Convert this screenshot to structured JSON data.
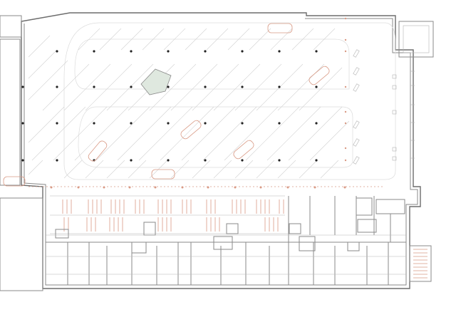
{
  "drawing": {
    "kind": "parking garage floor plan",
    "structural_columns_per_row": 9,
    "structural_column_rows": 4,
    "parked_car_icons": 7,
    "colors": {
      "walls": "#8a8a8a",
      "parking_lines": "#d2d2d2",
      "columns": "#222222",
      "cars_and_markers": "#d99a85",
      "highlighted_area": "#dfe8df"
    }
  }
}
